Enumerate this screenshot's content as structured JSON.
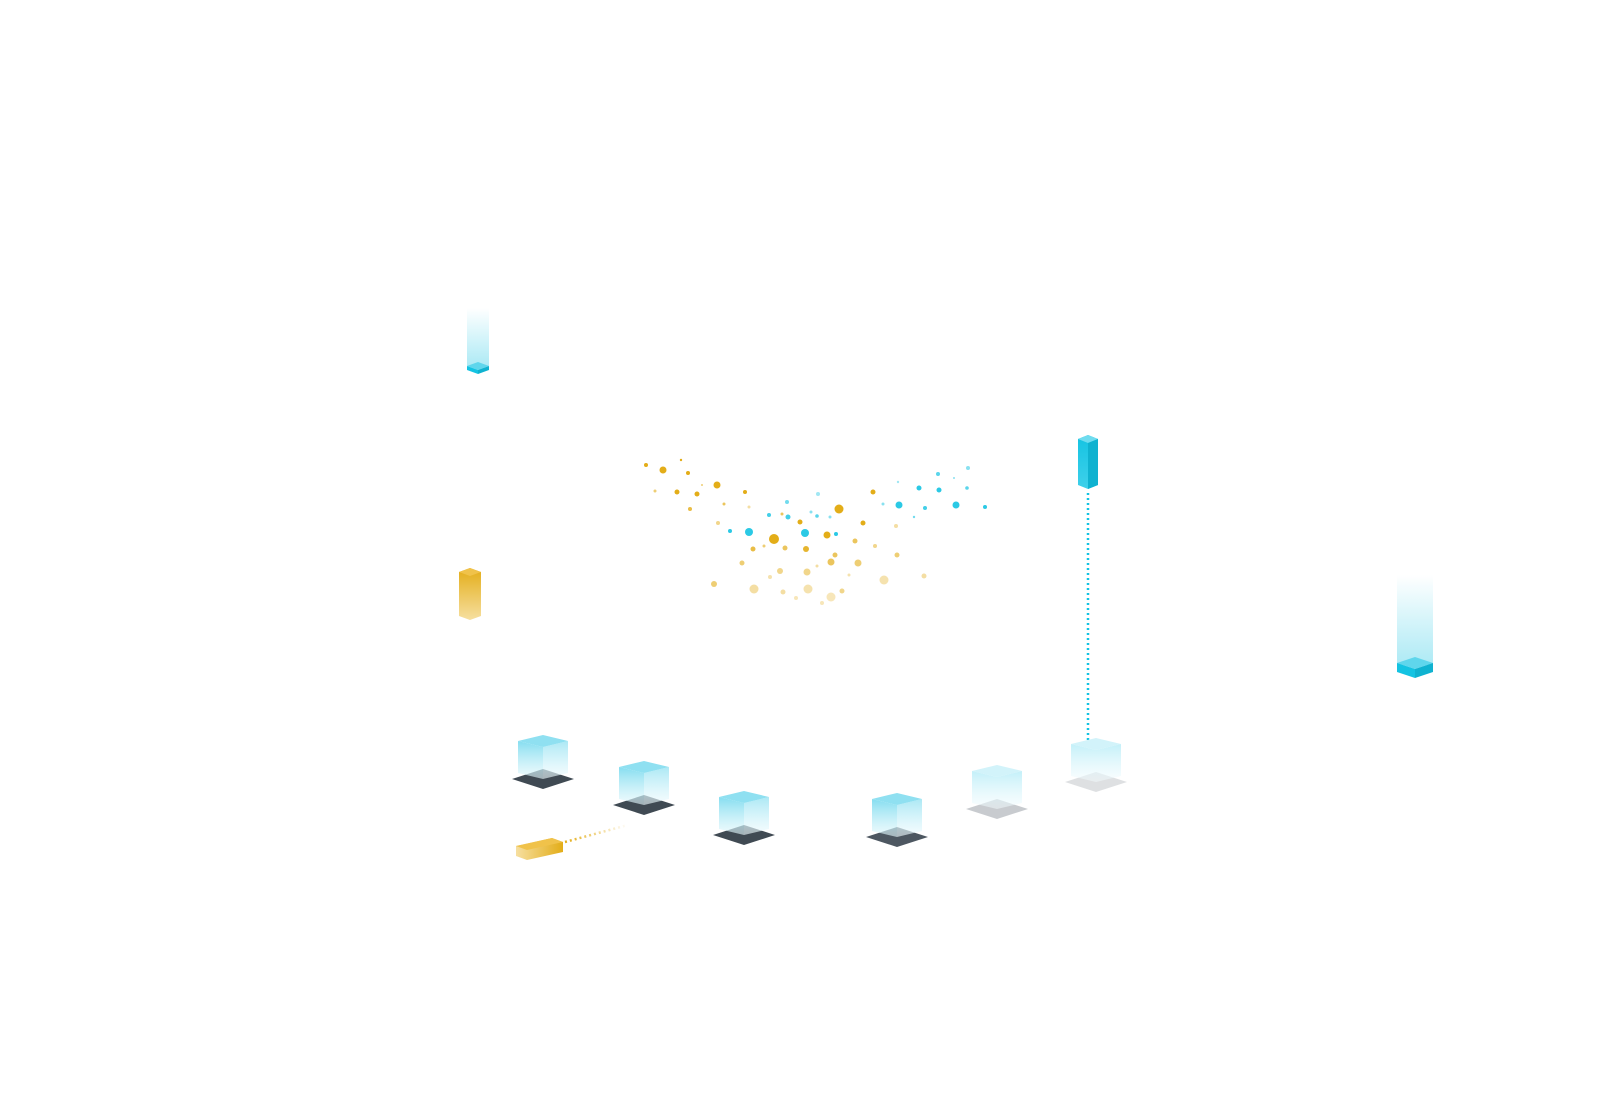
{
  "colors": {
    "cyan": "#14c3e2",
    "cyan_light": "#bdeef8",
    "gold": "#e3ad18",
    "gold_light": "#f7e4b0",
    "shadow_dark": "#2b3640",
    "shadow_light": "#c9cdd1"
  },
  "elements": {
    "cubes": 6,
    "vertical_beams": 4,
    "horizontal_beams": 1,
    "particle_cloud": 1
  }
}
